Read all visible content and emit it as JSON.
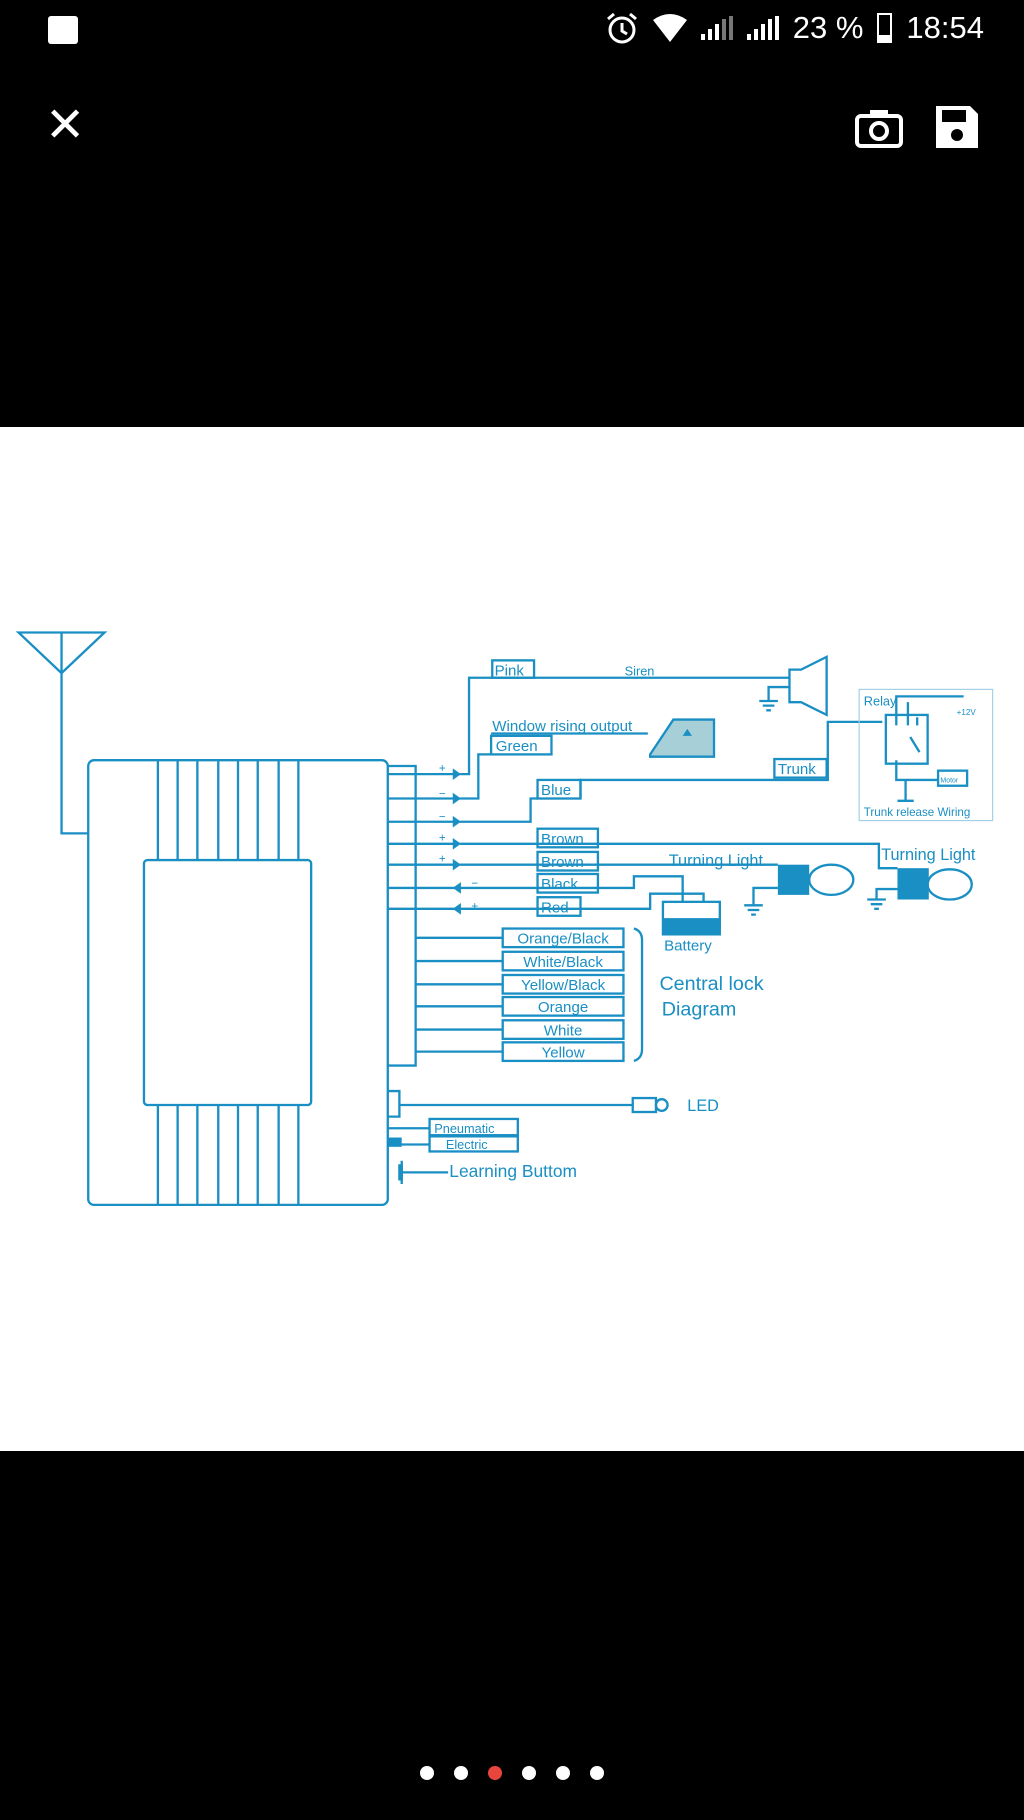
{
  "status_bar": {
    "battery_percent": "23 %",
    "time": "18:54",
    "icons": [
      "gallery-icon",
      "alarm-icon",
      "wifi-icon",
      "signal-icon",
      "signal-icon",
      "battery-icon"
    ]
  },
  "toolbar": {
    "close_icon": "close-icon",
    "camera_icon": "camera-icon",
    "save_icon": "save-icon"
  },
  "diagram": {
    "pink": "Pink",
    "siren": "Siren",
    "window_rising_output": "Window rising output",
    "green": "Green",
    "trunk": "Trunk",
    "blue": "Blue",
    "relay": "Relay",
    "plus12v": "+12V",
    "motor": "Motor",
    "trunk_release_wiring": "Trunk release Wiring",
    "brown1": "Brown",
    "brown2": "Brown",
    "black": "Black",
    "red": "Red",
    "turning_light_1": "Turning Light",
    "turning_light_2": "Turning Light",
    "battery": "Battery",
    "central_lock_wires": [
      "Orange/Black",
      "White/Black",
      "Yellow/Black",
      "Orange",
      "White",
      "Yellow"
    ],
    "central_lock_line1": "Central lock",
    "central_lock_line2": "Diagram",
    "led": "LED",
    "pneumatic": "Pneumatic",
    "electric": "Electric",
    "learning_button": "Learning Buttom",
    "polarity": {
      "plus": "+",
      "minus": "−"
    },
    "color": "#1a8fc4"
  },
  "pager": {
    "count": 6,
    "active_index": 2,
    "active_color": "#e8453c"
  }
}
